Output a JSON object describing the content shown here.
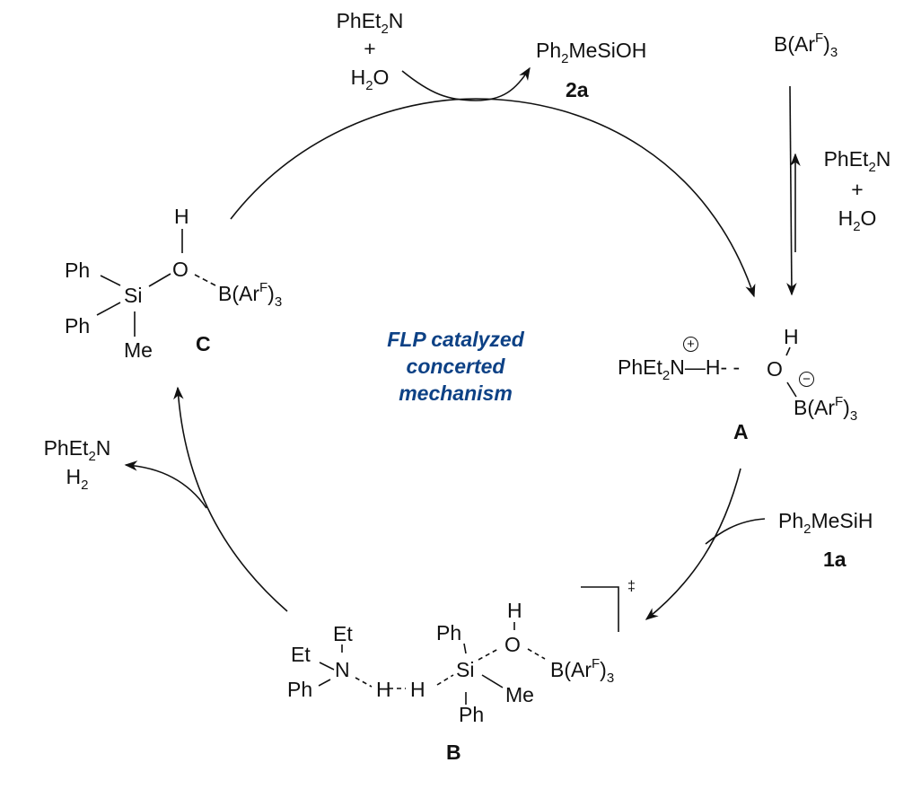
{
  "title_center": {
    "line1": "FLP catalyzed",
    "line2": "concerted",
    "line3": "mechanism",
    "color": "#0d4185"
  },
  "top_reagents": {
    "amine": {
      "pre": "PhEt",
      "sub": "2",
      "post": "N"
    },
    "plus": "+",
    "water": {
      "pre": "H",
      "sub": "2",
      "post": "O"
    }
  },
  "product_2a": {
    "formula": {
      "pre": "Ph",
      "sub": "2",
      "post": "MeSiOH"
    },
    "label": "2a"
  },
  "catalyst_right": {
    "formula": {
      "pre": "B(Ar",
      "sup": "F",
      "mid": ")",
      "sub": "3"
    }
  },
  "equilibrium_reagents": {
    "amine": {
      "pre": "PhEt",
      "sub": "2",
      "post": "N"
    },
    "plus": "+",
    "water": {
      "pre": "H",
      "sub": "2",
      "post": "O"
    }
  },
  "intermediate_A": {
    "amine": {
      "pre": "PhEt",
      "sub": "2",
      "post": "N"
    },
    "bond_h": "—H- -",
    "oxygen": "O",
    "h_on_o": "H",
    "boron": {
      "pre": "B(Ar",
      "sup": "F",
      "mid": ")",
      "sub": "3"
    },
    "plus_charge": "+",
    "minus_charge": "−",
    "label": "A"
  },
  "silane_1a": {
    "formula": {
      "pre": "Ph",
      "sub": "2",
      "post": "MeSiH"
    },
    "label": "1a"
  },
  "transition_state_B": {
    "et_top": "Et",
    "et_left": "Et",
    "n": "N",
    "ph_left": "Ph",
    "h1": "H",
    "h2": "H",
    "ph_top": "Ph",
    "si": "Si",
    "ph_bottom": "Ph",
    "me": "Me",
    "o": "O",
    "h_on_o": "H",
    "boron": {
      "pre": "B(Ar",
      "sup": "F",
      "mid": ")",
      "sub": "3"
    },
    "dagger": "‡",
    "label": "B"
  },
  "byproduct_left": {
    "amine": {
      "pre": "PhEt",
      "sub": "2",
      "post": "N"
    },
    "h2": {
      "pre": "H",
      "sub": "2"
    }
  },
  "intermediate_C": {
    "h": "H",
    "ph_top": "Ph",
    "si": "Si",
    "o": "O",
    "ph_bottom": "Ph",
    "me": "Me",
    "boron": {
      "pre": "B(Ar",
      "sup": "F",
      "mid": ")",
      "sub": "3"
    },
    "label": "C"
  }
}
